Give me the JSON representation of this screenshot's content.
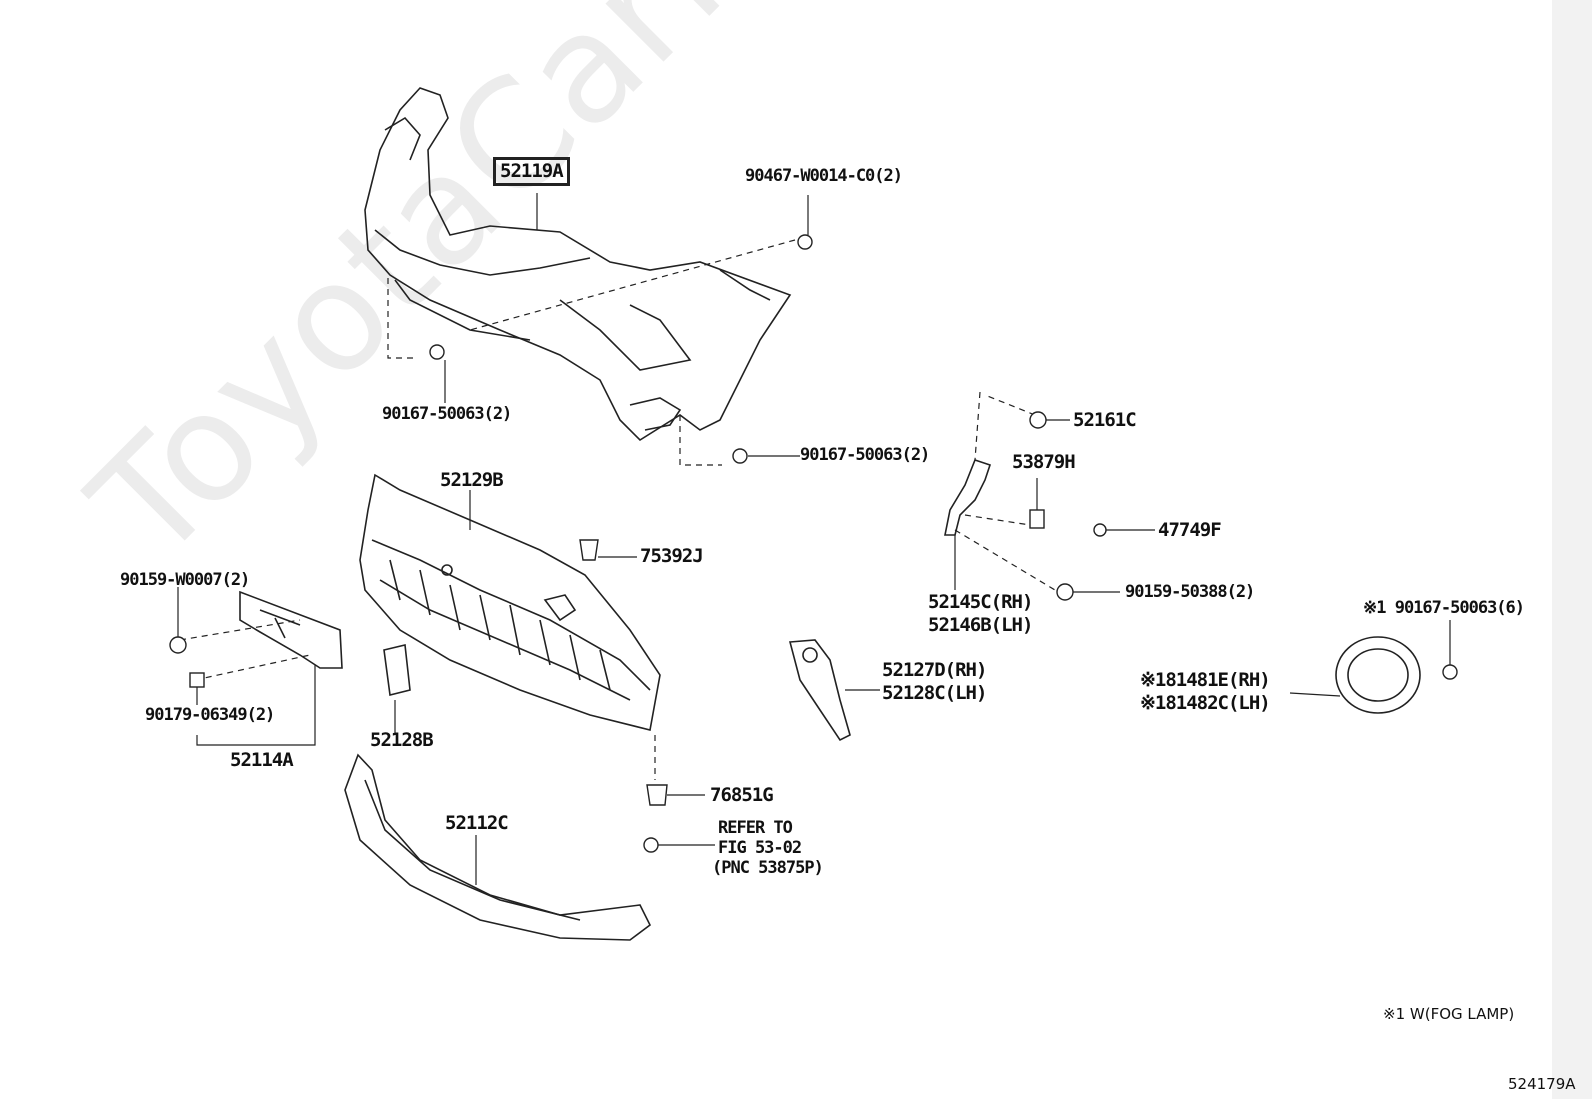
{
  "watermark": "ToyotaCarMine.ru",
  "figure_id": "524179A",
  "footnote": "※1 W(FOG LAMP)",
  "labels": {
    "p52119A": "52119A",
    "p90467": "90467-W0014-C0(2)",
    "p90167_a": "90167-50063(2)",
    "p90167_b": "90167-50063(2)",
    "p52161C": "52161C",
    "p53879H": "53879H",
    "p47749F": "47749F",
    "p52129B": "52129B",
    "p75392J": "75392J",
    "p90159_w": "90159-W0007(2)",
    "p90159_5": "90159-50388(2)",
    "p52145C": "52145C(RH)",
    "p52146B": "52146B(LH)",
    "p90167_6": "※1 90167-50063(6)",
    "p81481E": "※181481E(RH)",
    "p81482C": "※181482C(LH)",
    "p52127D": "52127D(RH)",
    "p52128C": "52128C(LH)",
    "p90179": "90179-06349(2)",
    "p52114A": "52114A",
    "p52128B": "52128B",
    "p76851G": "76851G",
    "p52112C": "52112C",
    "refer1": "REFER TO",
    "refer2": "FIG 53-02",
    "refer3": "(PNC 53875P)"
  }
}
